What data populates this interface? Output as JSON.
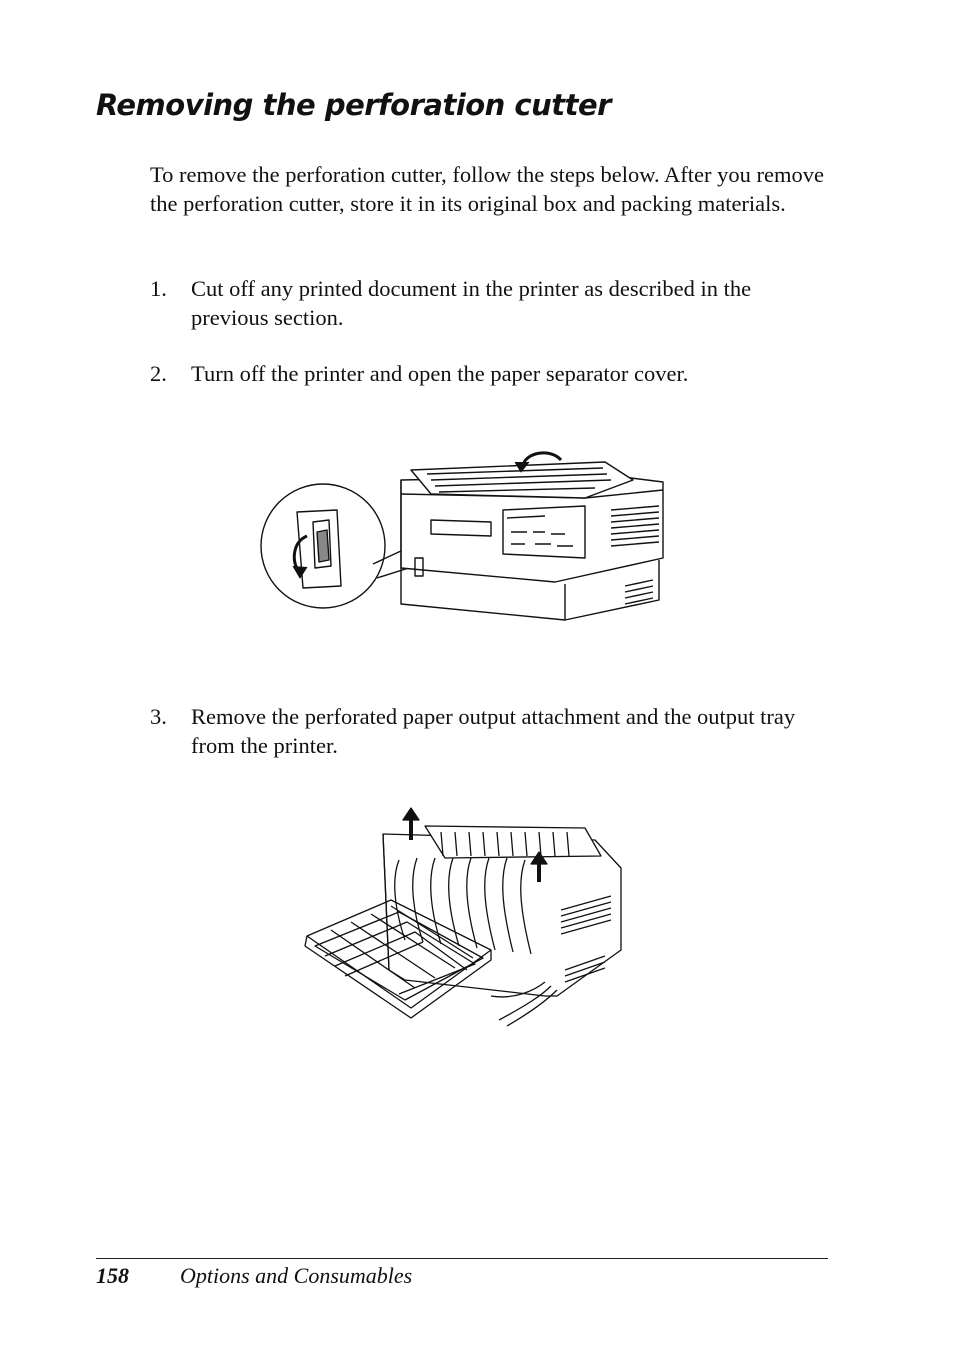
{
  "heading": "Removing the perforation cutter",
  "intro": "To remove the perforation cutter, follow the steps below. After you remove the perforation cutter, store it in its original box and packing materials.",
  "steps": [
    {
      "num": "1.",
      "text": "Cut off any printed document in the printer as described in the previous section."
    },
    {
      "num": "2.",
      "text": "Turn off the printer and open the paper separator cover."
    },
    {
      "num": "3.",
      "text": "Remove the perforated paper output attachment and the output tray from the printer."
    }
  ],
  "footer": {
    "page_number": "158",
    "section": "Options and Consumables"
  }
}
